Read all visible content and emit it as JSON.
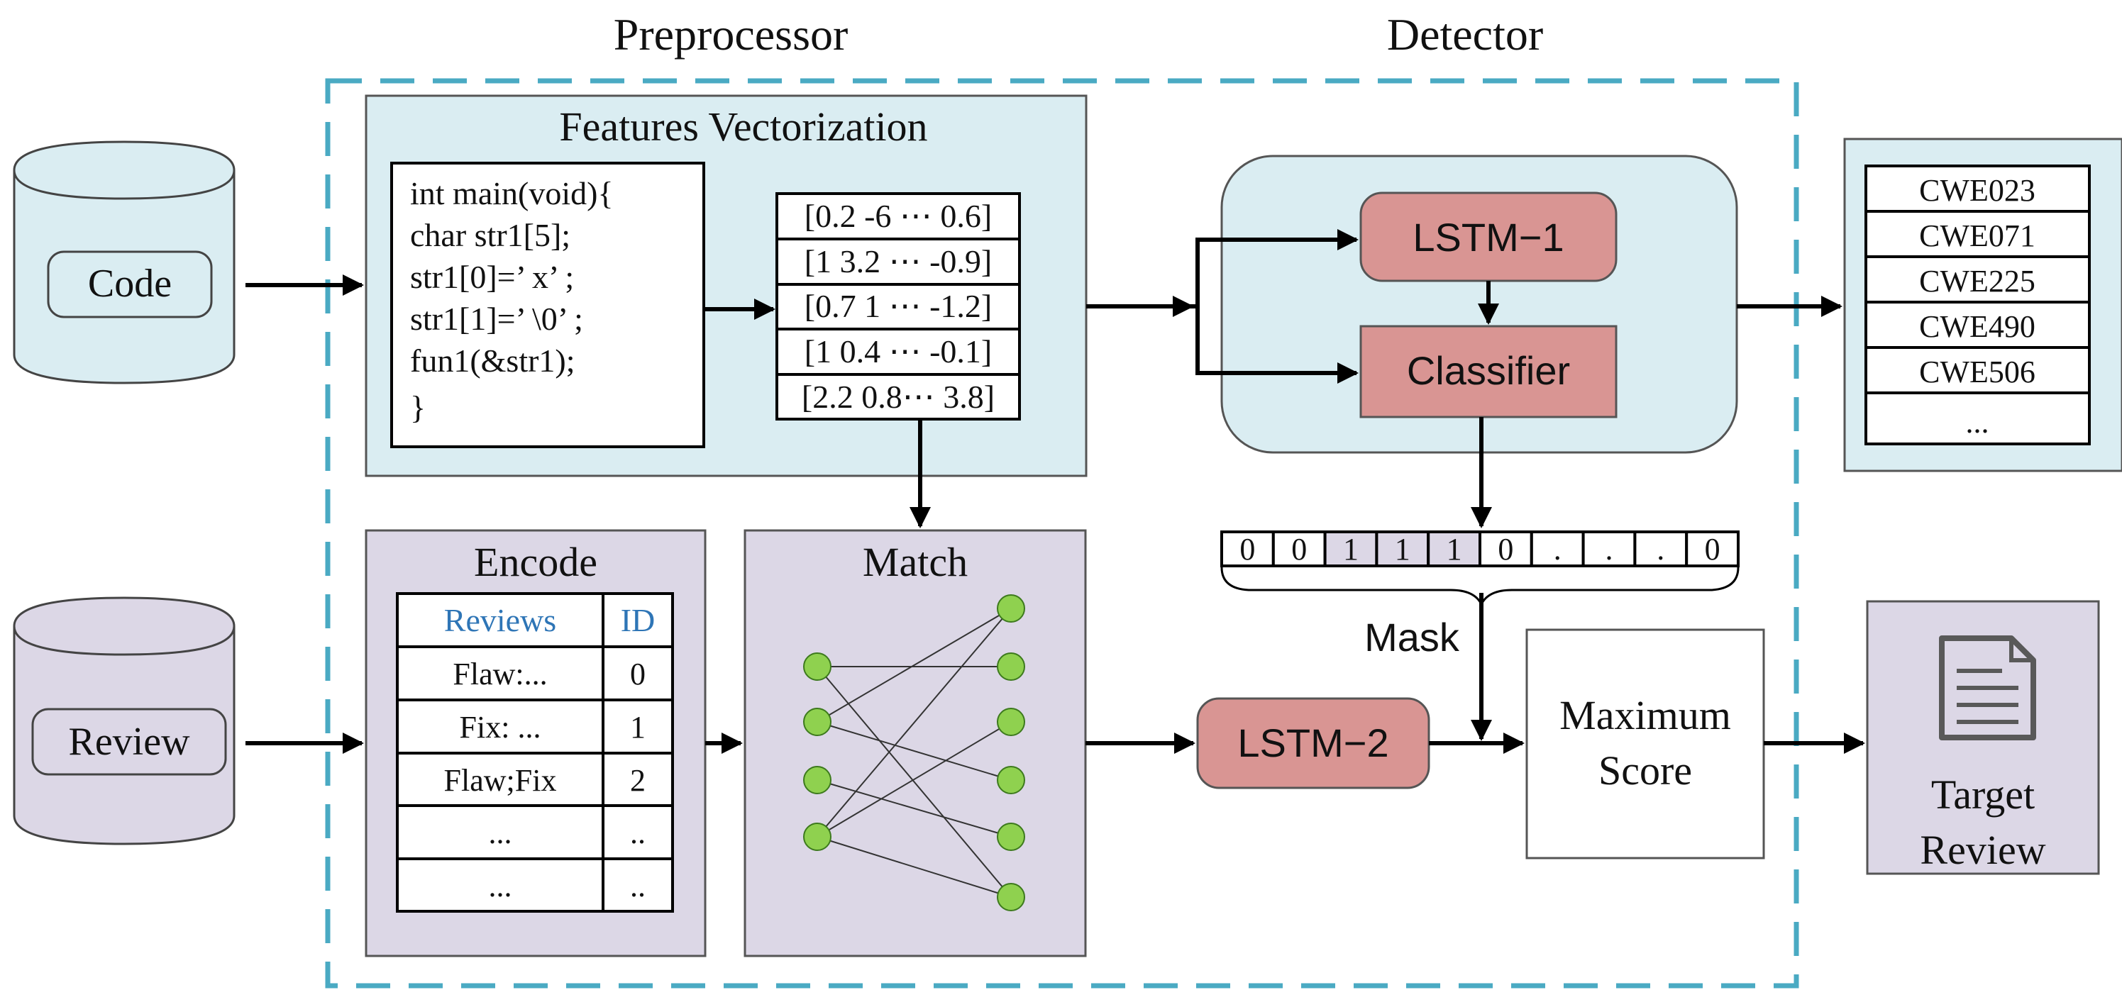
{
  "sections": {
    "preprocessor": "Preprocessor",
    "detector": "Detector"
  },
  "inputs": {
    "code": "Code",
    "review": "Review"
  },
  "features": {
    "title": "Features Vectorization",
    "code_lines": [
      "int main(void){",
      "char str1[5];",
      "str1[0]=’ x’ ;",
      "str1[1]=’ \\0’ ;",
      "fun1(&str1);",
      "}"
    ],
    "vectors": [
      "[0.2 -6 ⋯ 0.6]",
      "[1 3.2 ⋯ -0.9]",
      "[0.7 1 ⋯ -1.2]",
      "[1 0.4 ⋯ -0.1]",
      "[2.2 0.8⋯ 3.8]"
    ]
  },
  "detector_box": {
    "lstm1": "LSTM−1",
    "classifier": "Classifier"
  },
  "cwe": {
    "items": [
      "CWE023",
      "CWE071",
      "CWE225",
      "CWE490",
      "CWE506",
      "..."
    ]
  },
  "mask": {
    "label": "Mask",
    "bits": [
      "0",
      "0",
      "1",
      "1",
      "1",
      "0",
      ".",
      ".",
      ".",
      "0"
    ],
    "highlight": [
      2,
      3,
      4
    ]
  },
  "encode": {
    "title": "Encode",
    "headers": [
      "Reviews",
      "ID"
    ],
    "rows": [
      [
        "Flaw:...",
        "0"
      ],
      [
        "Fix: ...",
        "1"
      ],
      [
        "Flaw;Fix",
        "2"
      ],
      [
        "...",
        ".."
      ],
      [
        "...",
        ".."
      ]
    ]
  },
  "match": {
    "title": "Match"
  },
  "lstm2": "LSTM−2",
  "maximum_score": {
    "line1": "Maximum",
    "line2": "Score"
  },
  "target": {
    "line1": "Target",
    "line2": "Review"
  },
  "colors": {
    "light_blue": "#daedf2",
    "lavender": "#dcd7e6",
    "salmon": "#d99593",
    "dash_blue": "#4aaac3",
    "header_blue": "#2e75b6",
    "node_green": "#8fd14f",
    "icon_gray": "#595959"
  }
}
